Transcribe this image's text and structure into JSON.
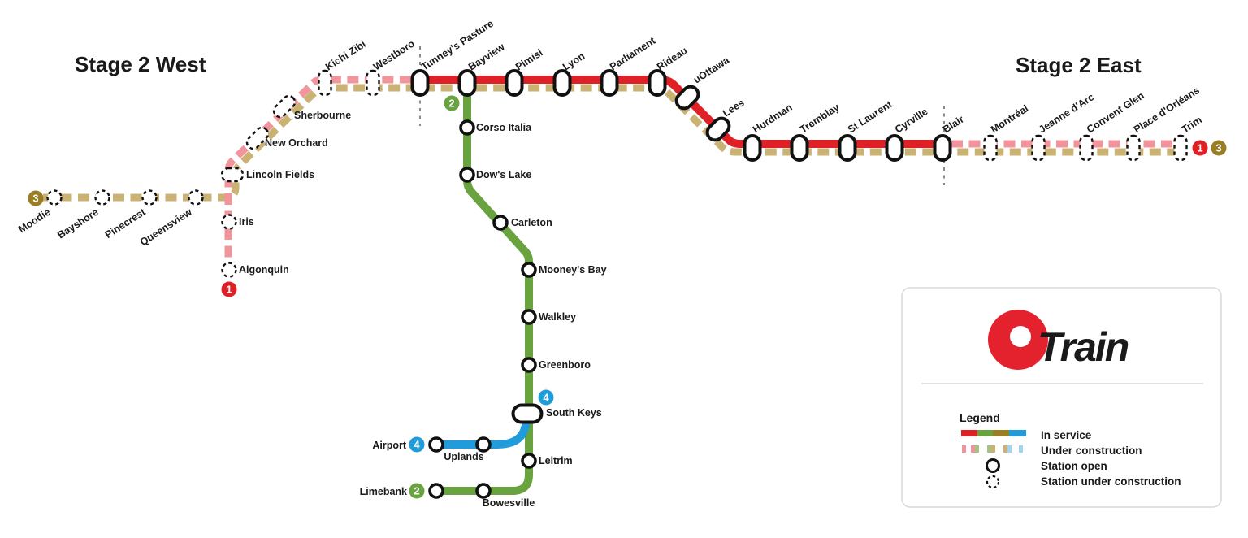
{
  "titles": {
    "west": "Stage 2 West",
    "east": "Stage 2 East"
  },
  "brand": {
    "wordmark": "Train"
  },
  "badges": {
    "line1": "1",
    "line2": "2",
    "line3": "3",
    "line4": "4"
  },
  "legend": {
    "title": "Legend",
    "in_service": "In service",
    "under_construction": "Under construction",
    "station_open": "Station open",
    "station_under_construction": "Station under construction"
  },
  "colors": {
    "line1_red": "#DF2127",
    "line2_green": "#69A33F",
    "line3_gold": "#9A7E23",
    "line4_blue": "#1F9CD9",
    "uc_pink": "#F1949C",
    "uc_green": "#A8C380",
    "uc_tan": "#C9B273",
    "uc_blue": "#9FD6EF",
    "logo_red": "#E4222E"
  },
  "st": {
    "moodie": "Moodie",
    "bayshore": "Bayshore",
    "pinecrest": "Pinecrest",
    "queensview": "Queensview",
    "lincoln_fields": "Lincoln Fields",
    "iris": "Iris",
    "algonquin": "Algonquin",
    "new_orchard": "New Orchard",
    "sherbourne": "Sherbourne",
    "kichi_zibi": "Kichi Zibi",
    "westboro": "Westboro",
    "tunneys_pasture": "Tunney's Pasture",
    "bayview": "Bayview",
    "pimisi": "Pimisi",
    "lyon": "Lyon",
    "parliament": "Parliament",
    "rideau": "Rideau",
    "uottawa": "uOttawa",
    "lees": "Lees",
    "hurdman": "Hurdman",
    "tremblay": "Tremblay",
    "st_laurent": "St Laurent",
    "cyrville": "Cyrville",
    "blair": "Blair",
    "montreal": "Montréal",
    "jeanne_darc": "Jeanne d'Arc",
    "convent_glen": "Convent Glen",
    "place_dorleans": "Place d'Orléans",
    "trim": "Trim",
    "corso_italia": "Corso Italia",
    "dows_lake": "Dow's Lake",
    "carleton": "Carleton",
    "mooneys_bay": "Mooney's Bay",
    "walkley": "Walkley",
    "greenboro": "Greenboro",
    "south_keys": "South Keys",
    "leitrim": "Leitrim",
    "bowesville": "Bowesville",
    "limebank": "Limebank",
    "airport": "Airport",
    "uplands": "Uplands"
  }
}
